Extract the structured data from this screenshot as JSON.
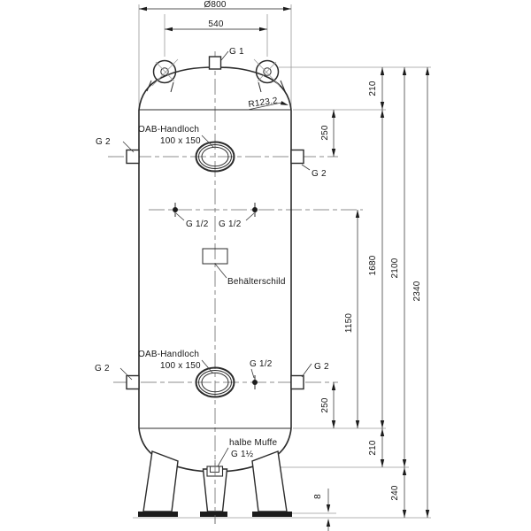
{
  "drawing": {
    "component": "vertical-pressure-vessel",
    "top": {
      "diameter": "Ø800",
      "lug_spacing": "540",
      "top_port": "G 1",
      "knuckle_radius": "R123.2"
    },
    "ports": {
      "g2": "G 2",
      "g12": "G 1/2",
      "handhole_line1": "OAB-Handloch",
      "handhole_line2": "100 x 150",
      "nameplate": "Behälterschild",
      "bottom_port_line1": "halbe Muffe",
      "bottom_port_line2": "G 1½"
    },
    "dims": {
      "d210_top": "210",
      "d250_top": "250",
      "d1150": "1150",
      "d1680": "1680",
      "d2100": "2100",
      "d2340": "2340",
      "d250_bottom": "250",
      "d210_bottom": "210",
      "d240": "240",
      "d8": "8"
    }
  }
}
